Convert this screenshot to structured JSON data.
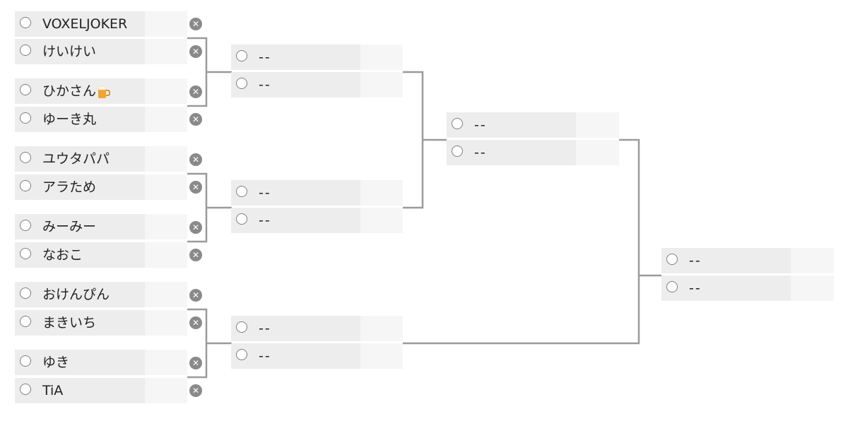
{
  "bracket": {
    "remove_icon_glyph": "✕",
    "round1": [
      {
        "p1": "VOXELJOKER",
        "p2": "けいけい"
      },
      {
        "p1": "ひかさん",
        "p2": "ゆーき丸"
      },
      {
        "p1": "ユウタパパ",
        "p2": "アラため"
      },
      {
        "p1": "みーみー",
        "p2": "なおこ"
      },
      {
        "p1": "おけんぴん",
        "p2": "まきいち"
      },
      {
        "p1": "ゆき",
        "p2": "TiA"
      }
    ],
    "round2": [
      {
        "p1": "--",
        "p2": "--"
      },
      {
        "p1": "--",
        "p2": "--"
      },
      {
        "p1": "--",
        "p2": "--"
      }
    ],
    "round3": [
      {
        "p1": "--",
        "p2": "--"
      }
    ],
    "final": [
      {
        "p1": "--",
        "p2": "--"
      }
    ]
  },
  "colors": {
    "name_cell_bg": "#ededed",
    "score_cell_bg": "#f6f6f6",
    "connector_line": "#9a9a9a",
    "remove_icon_bg": "#8a8a8a"
  },
  "icons": {
    "player_slot_select": "radio-circle-icon",
    "remove_player": "remove-x-circle-icon",
    "emoji_after_hikasan": "beer-mug-icon"
  }
}
